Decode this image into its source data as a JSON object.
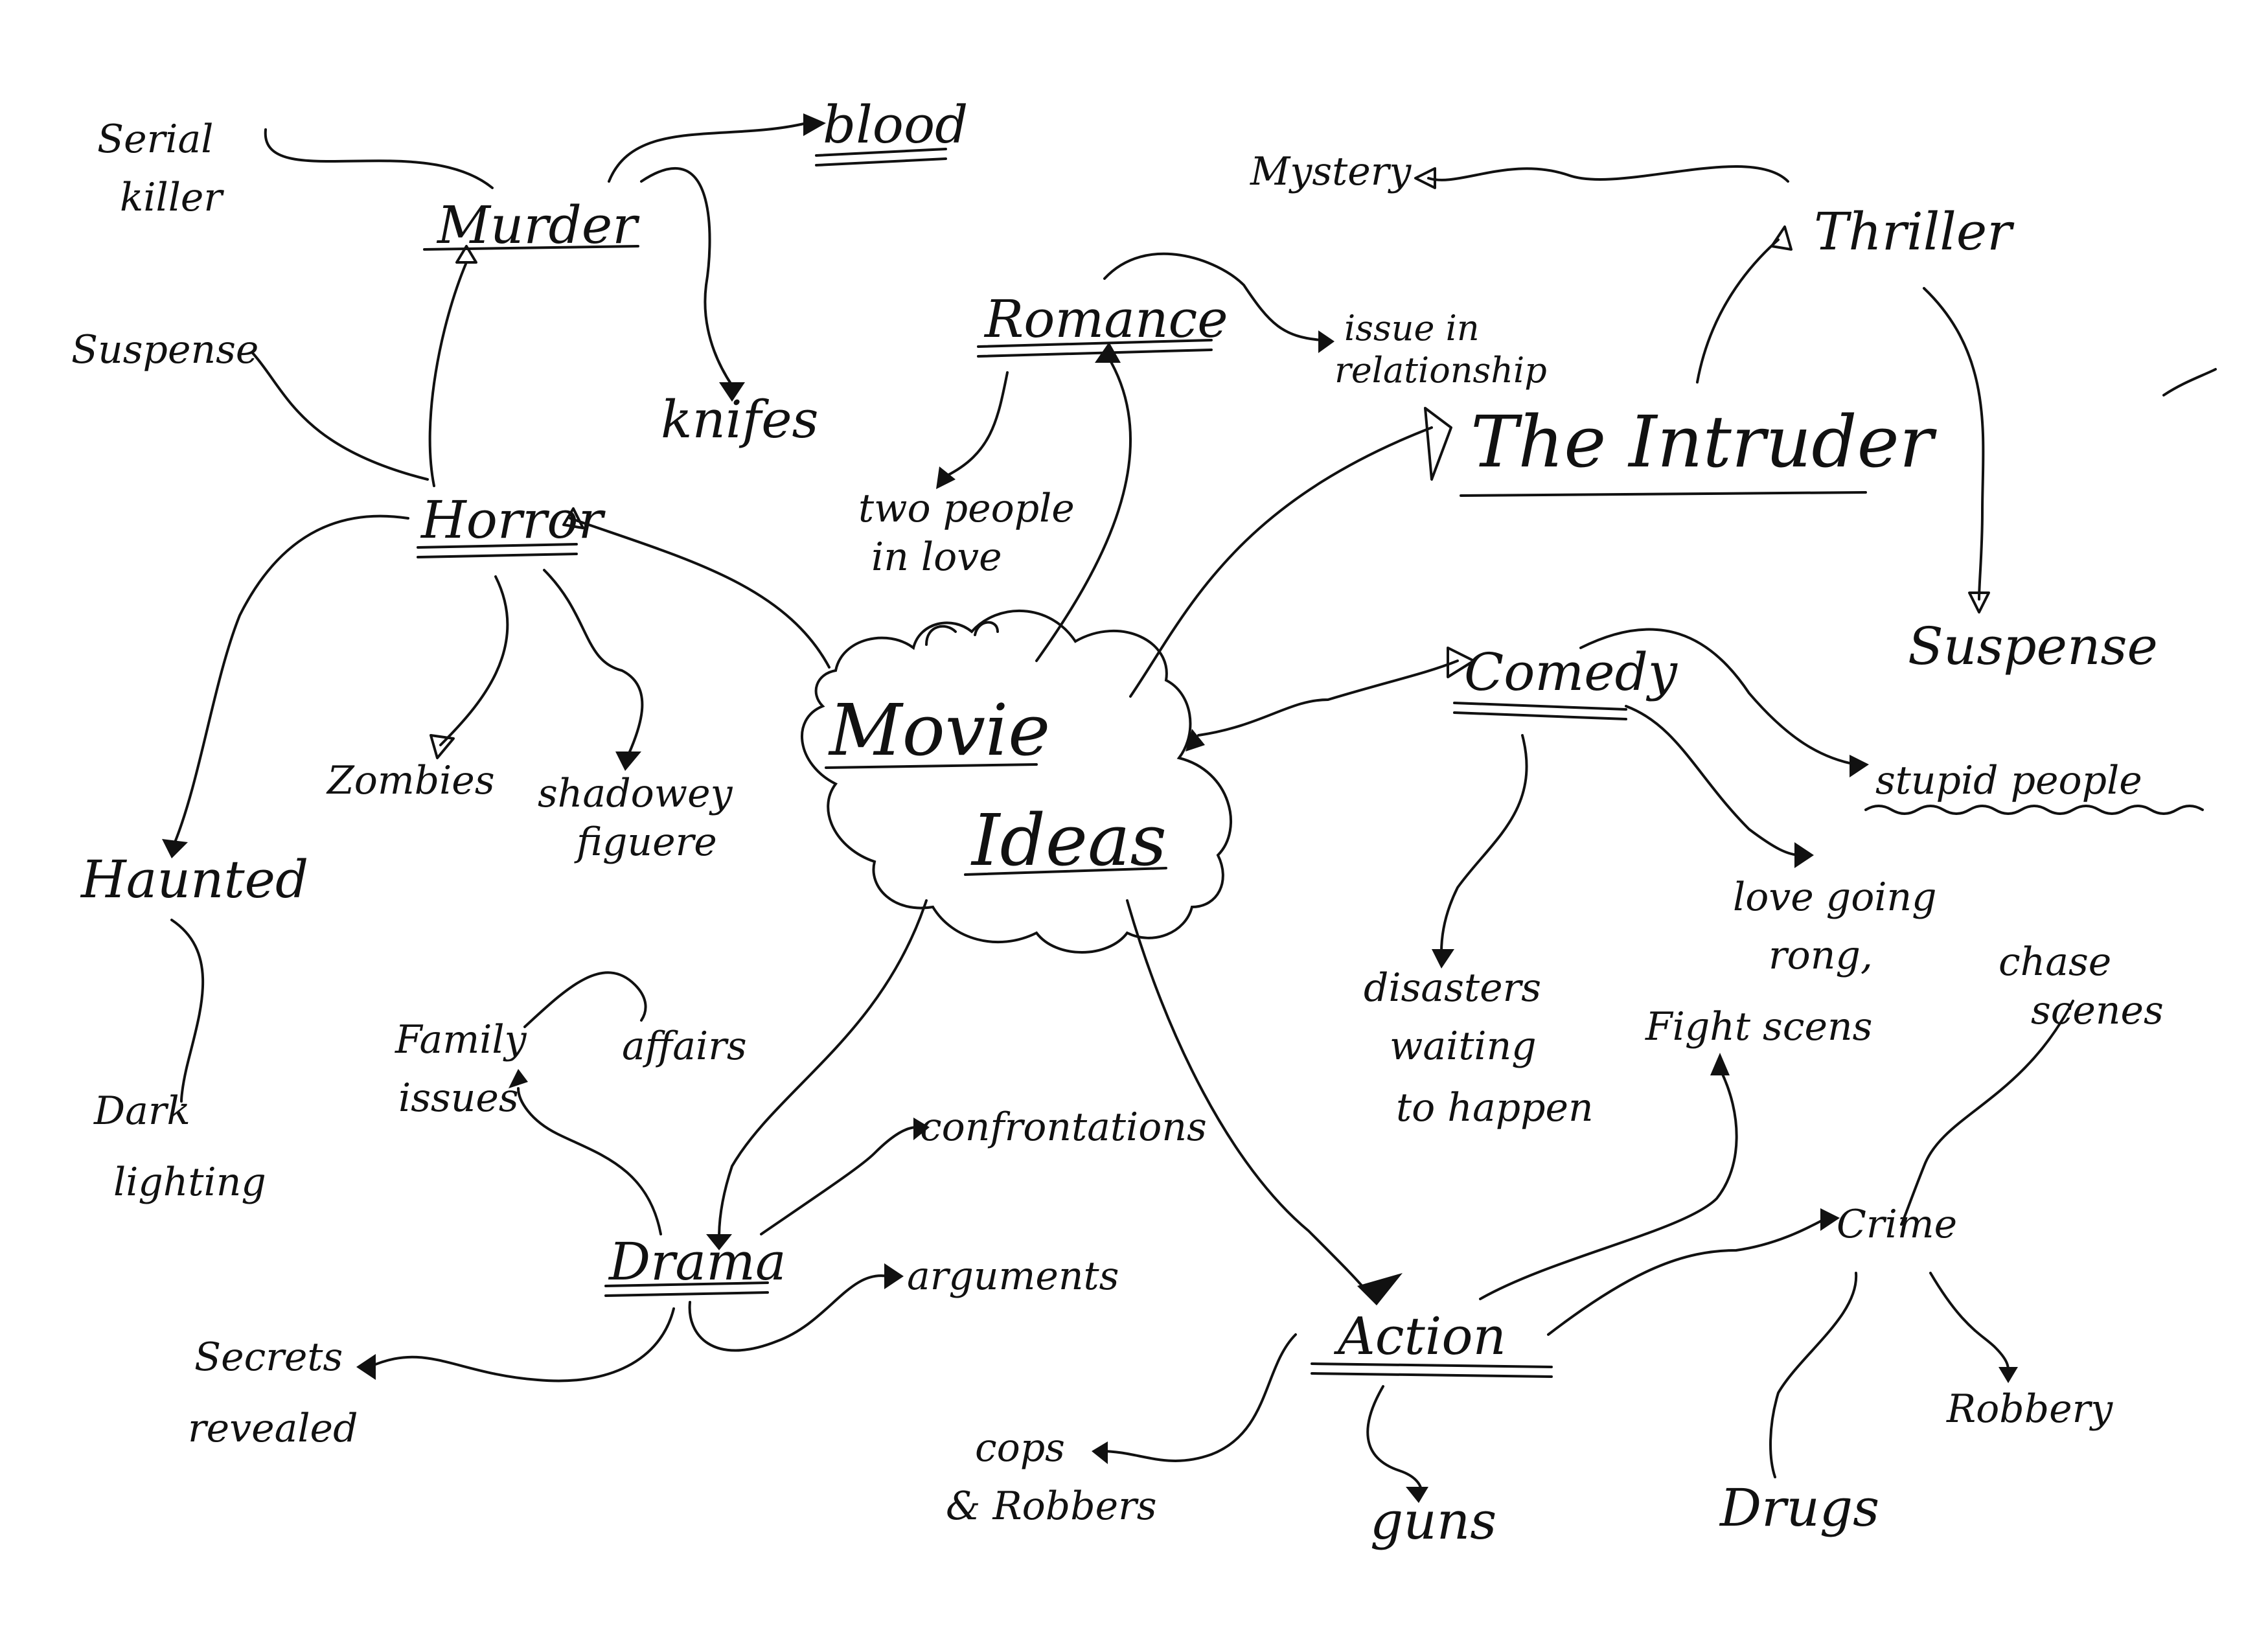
{
  "center": {
    "line1": "Movie",
    "line2": "Ideas"
  },
  "nodes": {
    "serial_killer": {
      "line1": "Serial",
      "line2": "killer"
    },
    "murder": "Murder",
    "blood": "blood",
    "knifes": "knifes",
    "suspense_left": "Suspense",
    "horror": "Horror",
    "zombies": "Zombies",
    "shadowy_figure": {
      "line1": "shadowey",
      "line2": "figuere"
    },
    "haunted": "Haunted",
    "dark_lighting": {
      "line1": "Dark",
      "line2": "lighting"
    },
    "romance": "Romance",
    "issue_in_relationship": {
      "line1": "issue in",
      "line2": "relationship"
    },
    "two_people_in_love": {
      "line1": "two people",
      "line2": "in love"
    },
    "mystery": "Mystery",
    "thriller": "Thriller",
    "the_intruder": "The Intruder",
    "suspense_right": "Suspense",
    "comedy": "Comedy",
    "stupid_people": "stupid people",
    "disasters": {
      "line1": "disasters",
      "line2": "waiting",
      "line3": "to happen"
    },
    "love_going_wrong": {
      "line1": "love going",
      "line2": "rong,"
    },
    "chase_scenes": {
      "line1": "chase",
      "line2": "scenes"
    },
    "fight_scenes": "Fight scens",
    "family_issues": {
      "line1": "Family",
      "line2": "issues"
    },
    "affairs": "affairs",
    "confrontations": "confrontations",
    "drama": "Drama",
    "arguments": "arguments",
    "secrets_revealed": {
      "line1": "Secrets",
      "line2": "revealed"
    },
    "crime": "Crime",
    "action": "Action",
    "robbery": "Robbery",
    "drugs": "Drugs",
    "cops_robbers": {
      "line1": "cops",
      "line2": "& Robbers"
    },
    "guns": "guns"
  }
}
